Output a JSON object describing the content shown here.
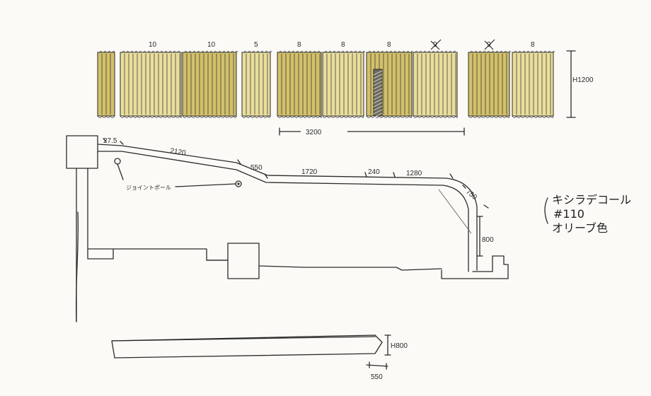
{
  "colors": {
    "ink": "#2b2b2b",
    "paper": "#fbfaf6",
    "olive_light": "#e3d47d",
    "olive_dark": "#c4ad3c"
  },
  "curtains": {
    "panels": [
      {
        "count_label": "",
        "crossed": false
      },
      {
        "count_label": "10",
        "crossed": false
      },
      {
        "count_label": "10",
        "crossed": false
      },
      {
        "count_label": "5",
        "crossed": false
      },
      {
        "count_label": "8",
        "crossed": false
      },
      {
        "count_label": "8",
        "crossed": false
      },
      {
        "count_label": "8",
        "crossed": false
      },
      {
        "count_label": "9",
        "crossed": true
      },
      {
        "count_label": "9",
        "crossed": true
      },
      {
        "count_label": "8",
        "crossed": false
      }
    ],
    "height_label": "H1200",
    "width_label": "3200"
  },
  "plan": {
    "dims": {
      "d1": "27.5",
      "d2": "2120",
      "d3": "550",
      "d4": "1720",
      "d5": "240",
      "d6": "1280",
      "d7": "750",
      "d8": "800"
    },
    "pole_label": "ジョイントポール"
  },
  "material_note": {
    "line1": "キシラデコール",
    "line2": "#110",
    "line3": "オリーブ色"
  },
  "bench": {
    "height_label": "H800",
    "width_label": "550"
  }
}
